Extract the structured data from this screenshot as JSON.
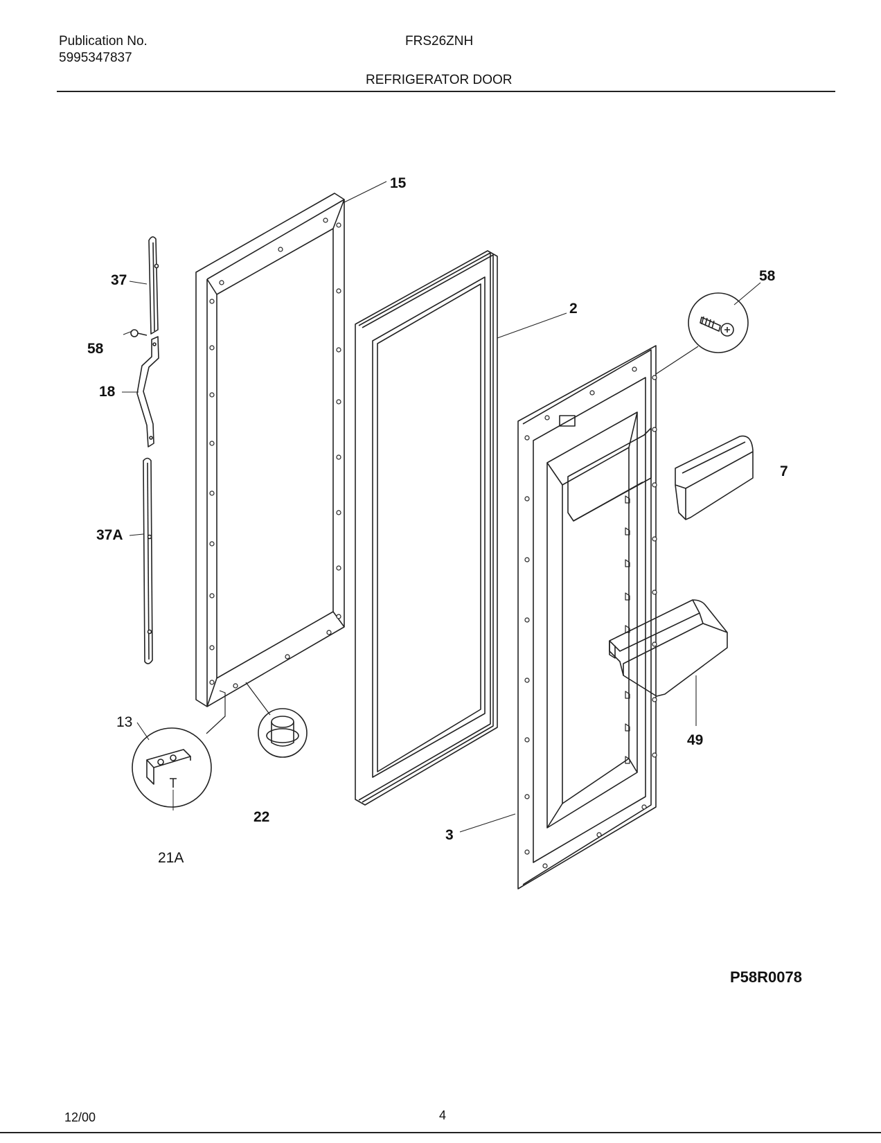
{
  "header": {
    "publication_label": "Publication No.",
    "publication_number": "5995347837",
    "model": "FRS26ZNH",
    "section_title": "REFRIGERATOR DOOR"
  },
  "callouts": {
    "c15": "15",
    "c37": "37",
    "c58_left": "58",
    "c18": "18",
    "c37a": "37A",
    "c13": "13",
    "c21a": "21A",
    "c22": "22",
    "c2": "2",
    "c58_right": "58",
    "c7": "7",
    "c49": "49",
    "c3": "3"
  },
  "diagram_code": "P58R0078",
  "footer": {
    "date": "12/00",
    "page": "4"
  }
}
